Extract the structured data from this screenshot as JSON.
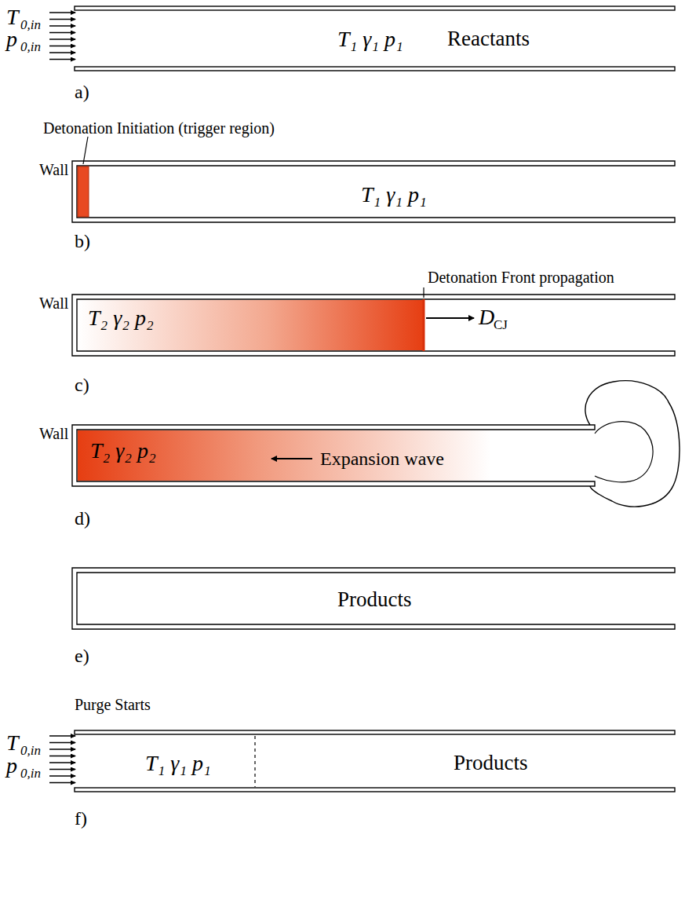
{
  "diagram": {
    "nodes": [
      {
        "text": [
          "T₁ γ₁ p₁",
          "Reactants"
        ]
      },
      {
        "text": [
          "T₁ γ₁ p₁"
        ]
      },
      {
        "text": [
          "T₂ γ₂ p₂"
        ]
      },
      {
        "text": [
          "T₂ γ₂ p₂",
          "Expansion wave"
        ]
      },
      {
        "text": [
          "Products"
        ]
      },
      {
        "text": [
          "T₁ γ₁ p₁",
          "Products"
        ]
      }
    ],
    "labels": [
      "T",
      "0,in",
      "p",
      "0,in",
      "a)",
      "Wall",
      "Detonation Initiation (trigger region)",
      "b)",
      "Detonation Front propagation",
      "Wall",
      "D",
      "CJ",
      "c)",
      "Wall",
      "d)",
      "e)",
      "Purge Starts",
      "T",
      "0,in",
      "p",
      "0,in",
      "f)"
    ]
  }
}
